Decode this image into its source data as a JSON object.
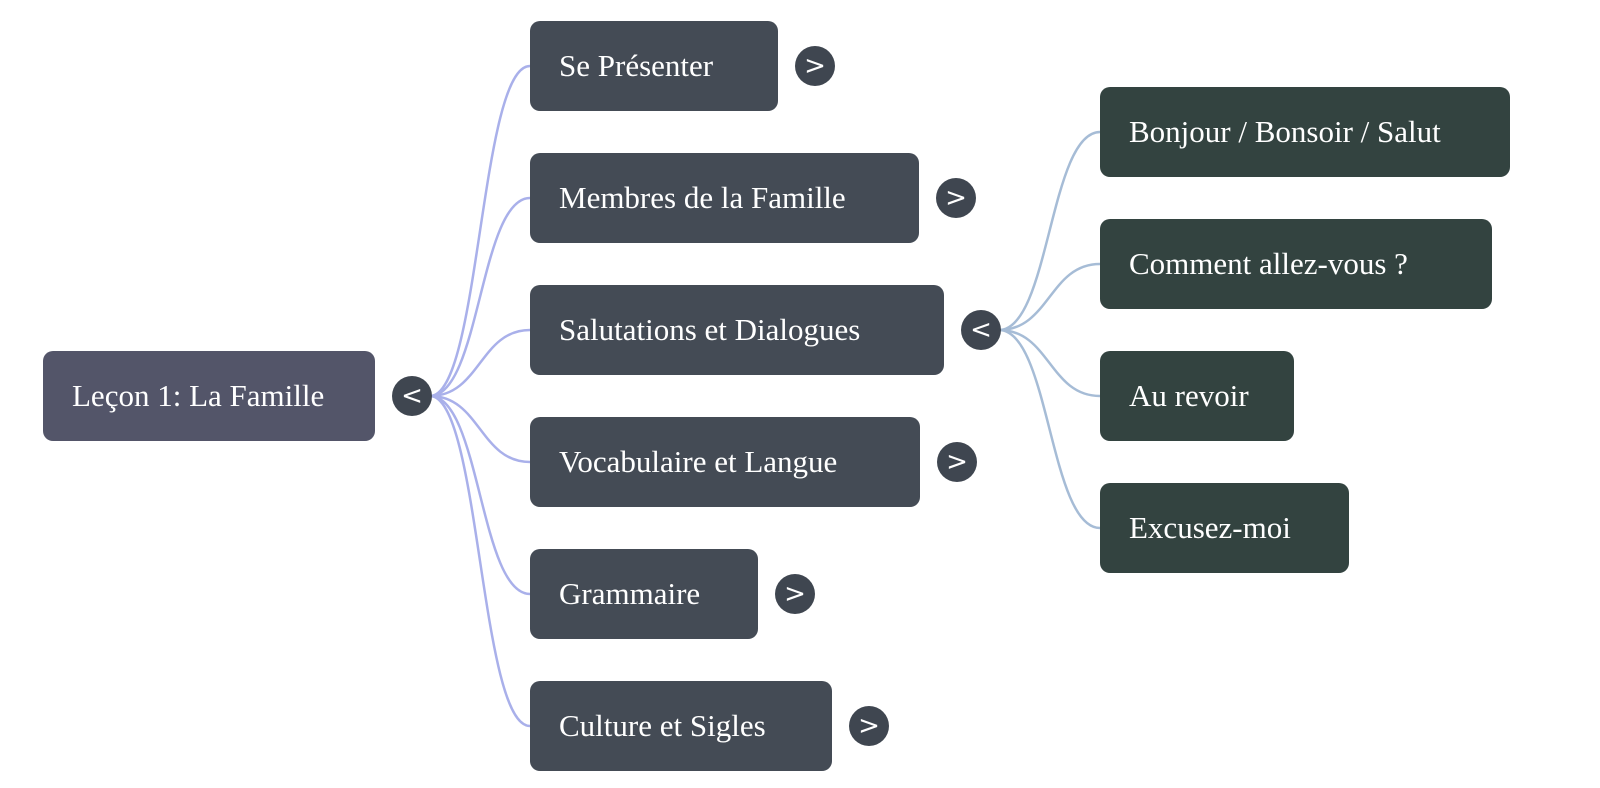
{
  "root": {
    "label": "Leçon 1: La Famille",
    "toggle": "<"
  },
  "topics": [
    {
      "label": "Se Présenter",
      "toggle": ">"
    },
    {
      "label": "Membres de la Famille",
      "toggle": ">"
    },
    {
      "label": "Salutations et Dialogues",
      "toggle": "<"
    },
    {
      "label": "Vocabulaire et Langue",
      "toggle": ">"
    },
    {
      "label": "Grammaire",
      "toggle": ">"
    },
    {
      "label": "Culture et Sigles",
      "toggle": ">"
    }
  ],
  "subtopics": [
    {
      "label": "Bonjour / Bonsoir / Salut"
    },
    {
      "label": "Comment allez-vous ?"
    },
    {
      "label": "Au revoir"
    },
    {
      "label": "Excusez-moi"
    }
  ],
  "colors": {
    "root_node": "#535569",
    "topic_node": "#444b55",
    "subtopic_node": "#334340",
    "root_links": "#a9b0ea",
    "subtopic_links": "#a6bcd6"
  }
}
